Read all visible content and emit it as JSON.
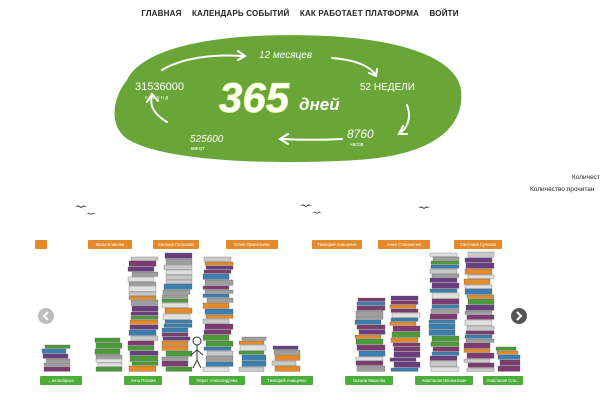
{
  "nav": {
    "items": [
      "ГЛАВНАЯ",
      "КАЛЕНДАРЬ СОБЫТИЙ",
      "КАК РАБОТАЕТ ПЛАТФОРМА",
      "ВОЙТИ"
    ]
  },
  "hero": {
    "main_number": "365",
    "main_unit": "дней",
    "months": "12 месяцев",
    "weeks": "52 НЕДЕЛИ",
    "hours_number": "8760",
    "hours_unit": "часов",
    "minutes_number": "525600",
    "minutes_unit": "минут",
    "seconds_number": "31536000",
    "seconds_unit": "секунд",
    "blob_color": "#6aa637"
  },
  "stats": {
    "line1": "Количест",
    "line2": "Количество прочитан"
  },
  "readers_top": [
    "Мила Блинова",
    "Евгения Потапова",
    "Юлия Прокопьева",
    "Тимофей Анищенко",
    "Анна Степаненко",
    "Светлана Сучкова"
  ],
  "readers_bottom": [
    "...на Бобрыш",
    "Анна Попова",
    "Перит Александрова",
    "Тимофей Анищенко",
    "Оксана Михеева",
    "Анастасия Ивонинская",
    "Анастасия Сов..."
  ],
  "colors": {
    "tag_orange": "#e48a2a",
    "tag_green": "#4cae3a",
    "arrow_left": "#bdbdbd",
    "arrow_right": "#555555"
  },
  "icons": {
    "prev": "chevron-left-icon",
    "next": "chevron-right-icon"
  }
}
